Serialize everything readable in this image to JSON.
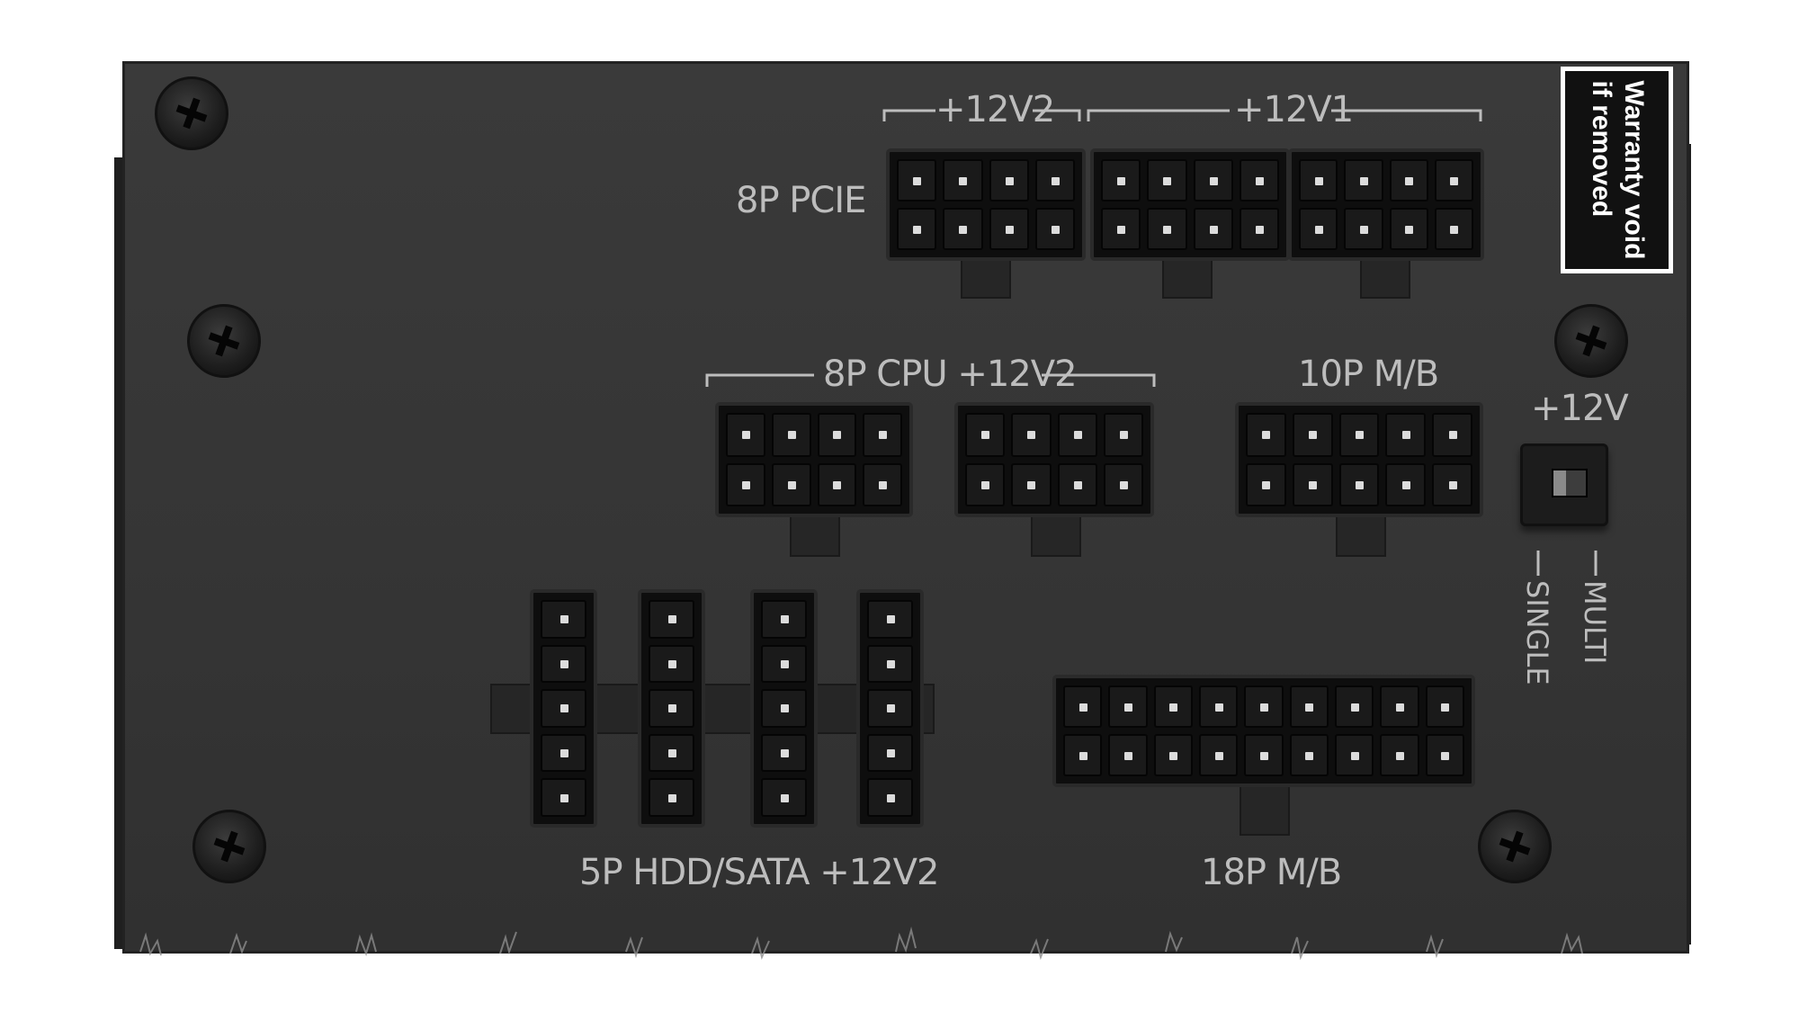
{
  "sticker": {
    "line1": "Warranty void",
    "line2": "if removed"
  },
  "labels": {
    "rail_12v2_top": "+12V2",
    "rail_12v1_top": "+12V1",
    "pcie": "8P PCIE",
    "cpu": "8P CPU +12V2",
    "mb10": "10P M/B",
    "switch_12v": "+12V",
    "multi": "MULTI",
    "single": "SINGLE",
    "hdd": "5P HDD/SATA +12V2",
    "mb18": "18P M/B"
  },
  "colors": {
    "panel": "#353535",
    "label": "#bdbdbd",
    "connector": "#0e0e0e",
    "sticker_bg": "#111111"
  }
}
